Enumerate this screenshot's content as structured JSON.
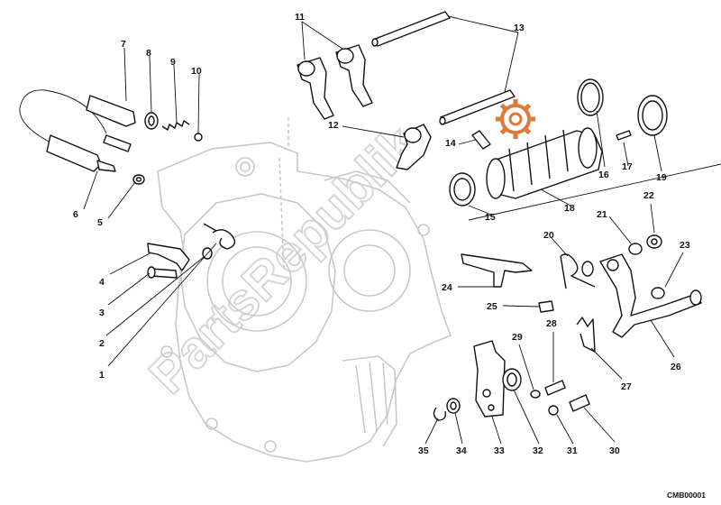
{
  "callouts": [
    "1",
    "2",
    "3",
    "4",
    "5",
    "6",
    "7",
    "8",
    "9",
    "10",
    "11",
    "12",
    "13",
    "14",
    "15",
    "16",
    "17",
    "18",
    "19",
    "20",
    "21",
    "22",
    "23",
    "24",
    "25",
    "26",
    "27",
    "28",
    "29",
    "30",
    "31",
    "32",
    "33",
    "34",
    "35"
  ],
  "watermark": "PartsRepublik",
  "drawing_ref": "CMB00001",
  "colors": {
    "line": "#111111",
    "ghost": "#c9c9c9",
    "gear": "#e07a3a",
    "watermark": "#d6d6d6"
  },
  "icon": "gear-icon"
}
